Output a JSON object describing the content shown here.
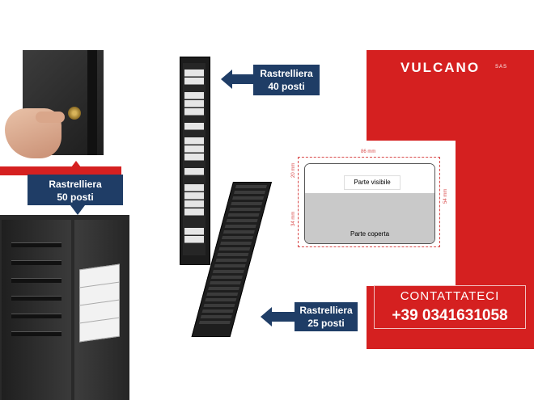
{
  "brand": {
    "logo": "VULCANO",
    "suffix": "SAS"
  },
  "labels": {
    "rack50": "Rastrelliera\n50 posti",
    "rack40": "Rastrelliera\n40 posti",
    "rack25": "Rastrelliera\n25 posti"
  },
  "card_diagram": {
    "width": "86 mm",
    "height": "54 mm",
    "top_section": "20 mm",
    "bottom_section": "34 mm",
    "visible_label": "Parte visibile",
    "covered_label": "Parte coperta"
  },
  "contact": {
    "title": "CONTATTATECI",
    "phone": "+39 0341631058"
  },
  "colors": {
    "accent_red": "#d52020",
    "label_blue": "#1f3d66"
  }
}
